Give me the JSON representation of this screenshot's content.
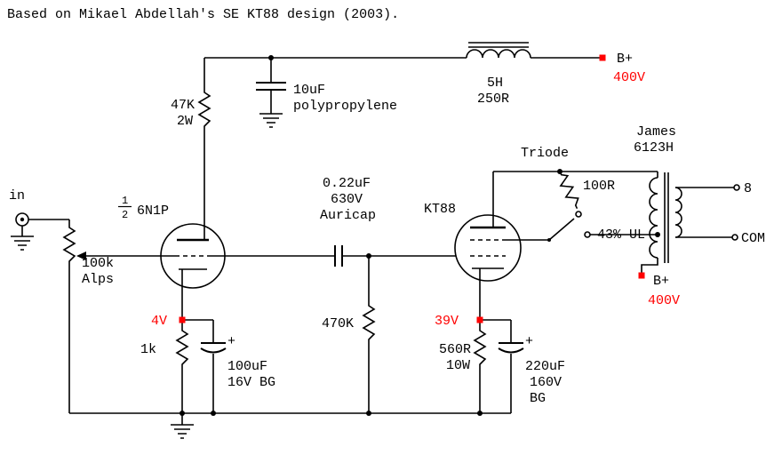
{
  "title": "Based on Mikael Abdellah's SE KT88 design (2003).",
  "colors": {
    "ink": "#000000",
    "highlight": "#ff0000",
    "background": "#ffffff"
  },
  "schematic": {
    "input": {
      "label": "in"
    },
    "volume_pot": {
      "value": "100k",
      "brand": "Alps"
    },
    "input_tube": {
      "fraction_numerator": "1",
      "fraction_denominator": "2",
      "name": "6N1P"
    },
    "plate_resistor": {
      "value": "47K",
      "rating": "2W"
    },
    "supply_cap": {
      "value": "10uF",
      "type": "polypropylene"
    },
    "choke": {
      "inductance": "5H",
      "resistance": "250R"
    },
    "b_plus_top": {
      "label": "B+",
      "voltage": "400V"
    },
    "coupling_cap": {
      "value": "0.22uF",
      "rating": "630V",
      "brand": "Auricap"
    },
    "grid_resistor": {
      "value": "470K"
    },
    "output_tube": {
      "name": "KT88"
    },
    "mode_switch": {
      "triode_label": "Triode",
      "resistor": "100R",
      "ul_label": "43% UL"
    },
    "output_transformer": {
      "brand": "James",
      "model": "6123H",
      "tap_8": "8",
      "tap_common": "COM"
    },
    "b_plus_bottom": {
      "label": "B+",
      "voltage": "400V"
    },
    "input_stage_cathode": {
      "voltage": "4V",
      "resistor": "1k",
      "cap_plus": "+",
      "cap_value": "100uF",
      "cap_rating": "16V BG"
    },
    "output_stage_cathode": {
      "voltage": "39V",
      "resistor": "560R",
      "resistor_rating": "10W",
      "cap_plus": "+",
      "cap_value": "220uF",
      "cap_rating": "160V",
      "cap_brand": "BG"
    }
  }
}
